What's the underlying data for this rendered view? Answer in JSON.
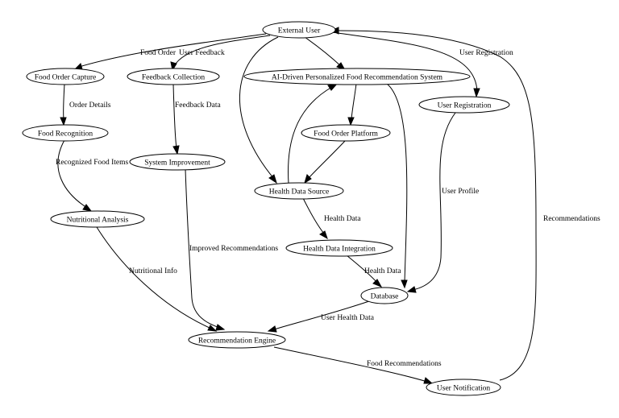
{
  "nodes": {
    "external_user": "External User",
    "food_order_capture": "Food Order Capture",
    "feedback_collection": "Feedback Collection",
    "ai_system": "AI-Driven Personalized Food Recommendation System",
    "user_registration": "User Registration",
    "food_recognition": "Food Recognition",
    "food_order_platform": "Food Order Platform",
    "system_improvement": "System Improvement",
    "health_data_source": "Health Data Source",
    "nutritional_analysis": "Nutritional Analysis",
    "health_data_integration": "Health Data Integration",
    "database": "Database",
    "recommendation_engine": "Recommendation Engine",
    "user_notification": "User Notification"
  },
  "edges": {
    "food_order": "Food Order",
    "user_feedback": "User Feedback",
    "user_registration": "User Registration",
    "order_details": "Order Details",
    "feedback_data": "Feedback Data",
    "recognized_food_items": "Recognized Food Items",
    "user_profile": "User Profile",
    "health_data_1": "Health Data",
    "improved_recommendations": "Improved Recommendations",
    "nutritional_info": "Nutritional Info",
    "health_data_2": "Health Data",
    "user_health_data": "User Health Data",
    "food_recommendations": "Food Recommendations",
    "recommendations": "Recommendations"
  }
}
